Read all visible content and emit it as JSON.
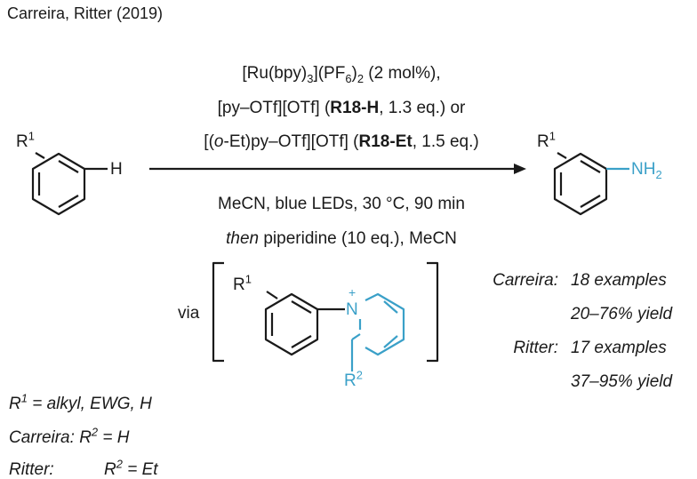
{
  "header": {
    "title": "Carreira, Ritter (2019)"
  },
  "reaction": {
    "conditions_above": {
      "line1": {
        "a": "[Ru(bpy)",
        "a_sub": "3",
        "b": "](PF",
        "b_sub": "6",
        "c": ")",
        "c_sub": "2",
        "d": " (2 mol%),"
      },
      "line2": {
        "a": "[py–OTf][OTf] (",
        "bold": "R18-H",
        "b": ", 1.3 eq.) or"
      },
      "line3": {
        "a": "[(",
        "ital": "o",
        "b": "-Et)py–OTf][OTf] (",
        "bold": "R18-Et",
        "c": ", 1.5 eq.)"
      }
    },
    "conditions_below": {
      "line1": "MeCN, blue LEDs, 30 °C, 90 min",
      "line2": {
        "ital": "then",
        "rest": " piperidine (10 eq.), MeCN"
      }
    },
    "via_label": "via",
    "reactant_labels": {
      "r_letter": "R",
      "r_sup": "1",
      "h": "H"
    },
    "product_labels": {
      "r_letter": "R",
      "r_sup": "1",
      "nh": "NH",
      "nh_sub": "2"
    },
    "intermediate_labels": {
      "r1_letter": "R",
      "r1_sup": "1",
      "n": "N",
      "plus": "+",
      "r2_letter": "R",
      "r2_sup": "2"
    }
  },
  "results": {
    "carreira": {
      "name": "Carreira:",
      "examples": "18 examples",
      "yield": "20–76% yield"
    },
    "ritter": {
      "name": "Ritter:",
      "examples": "17 examples",
      "yield": "37–95% yield"
    }
  },
  "footnotes": {
    "line1": {
      "r": "R",
      "sup": "1",
      "text": " = alkyl, EWG, H"
    },
    "line2": {
      "label": "Carreira: ",
      "r": "R",
      "sup": "2",
      "text": " = H"
    },
    "line3": {
      "label": "Ritter:",
      "r": "R",
      "sup": "2",
      "text": " = Et"
    }
  },
  "colors": {
    "text": "#1a1a1a",
    "accent": "#3aa0c8"
  }
}
